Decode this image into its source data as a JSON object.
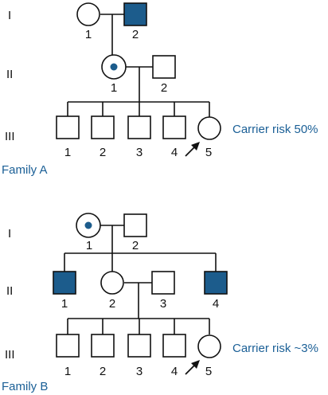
{
  "colors": {
    "affected": "#1c5c8c",
    "carrier_dot": "#1c5c8c",
    "annotation": "#1a5f96",
    "line": "#111111"
  },
  "familyA": {
    "label": "Family A",
    "generations": [
      "I",
      "II",
      "III"
    ],
    "gen1": [
      {
        "num": "1",
        "sex": "female",
        "status": "unaffected"
      },
      {
        "num": "2",
        "sex": "male",
        "status": "affected"
      }
    ],
    "gen2": [
      {
        "num": "1",
        "sex": "female",
        "status": "carrier"
      },
      {
        "num": "2",
        "sex": "male",
        "status": "unaffected"
      }
    ],
    "gen3": [
      {
        "num": "1",
        "sex": "male",
        "status": "unaffected"
      },
      {
        "num": "2",
        "sex": "male",
        "status": "unaffected"
      },
      {
        "num": "3",
        "sex": "male",
        "status": "unaffected"
      },
      {
        "num": "4",
        "sex": "male",
        "status": "unaffected"
      },
      {
        "num": "5",
        "sex": "female",
        "status": "proband"
      }
    ],
    "annotation": "Carrier risk 50%"
  },
  "familyB": {
    "label": "Family B",
    "generations": [
      "I",
      "II",
      "III"
    ],
    "gen1": [
      {
        "num": "1",
        "sex": "female",
        "status": "carrier"
      },
      {
        "num": "2",
        "sex": "male",
        "status": "unaffected"
      }
    ],
    "gen2": [
      {
        "num": "1",
        "sex": "male",
        "status": "affected"
      },
      {
        "num": "2",
        "sex": "female",
        "status": "unaffected"
      },
      {
        "num": "3",
        "sex": "male",
        "status": "unaffected"
      },
      {
        "num": "4",
        "sex": "male",
        "status": "affected"
      }
    ],
    "gen3": [
      {
        "num": "1",
        "sex": "male",
        "status": "unaffected"
      },
      {
        "num": "2",
        "sex": "male",
        "status": "unaffected"
      },
      {
        "num": "3",
        "sex": "male",
        "status": "unaffected"
      },
      {
        "num": "4",
        "sex": "male",
        "status": "unaffected"
      },
      {
        "num": "5",
        "sex": "female",
        "status": "proband"
      }
    ],
    "annotation": "Carrier risk ~3%"
  }
}
